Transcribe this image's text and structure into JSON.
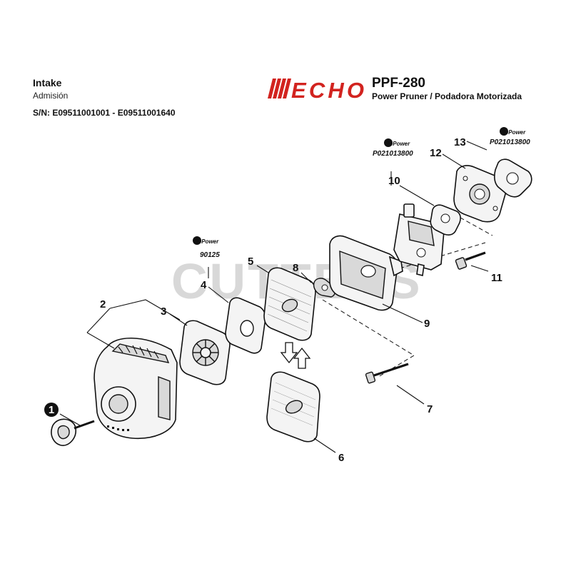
{
  "header": {
    "title_en": "Intake",
    "title_es": "Admisión",
    "serial": "S/N: E09511001001 - E09511001640",
    "brand": "ECHO",
    "model": "PPF-280",
    "model_description": "Power Pruner / Podadora Motorizada"
  },
  "watermark": "CUTTERS",
  "repower_badge": "RePower",
  "repower_refs": {
    "r4": "90125",
    "r10": "P021013800",
    "r13": "P021013800"
  },
  "callouts": {
    "c1": "1",
    "c2": "2",
    "c3": "3",
    "c4": "4",
    "c5": "5",
    "c6": "6",
    "c7": "7",
    "c8": "8",
    "c9": "9",
    "c10": "10",
    "c11": "11",
    "c12": "12",
    "c13": "13"
  },
  "colors": {
    "brand_red": "#d2231f",
    "ink": "#111111",
    "watermark": "#d8d8d8"
  }
}
